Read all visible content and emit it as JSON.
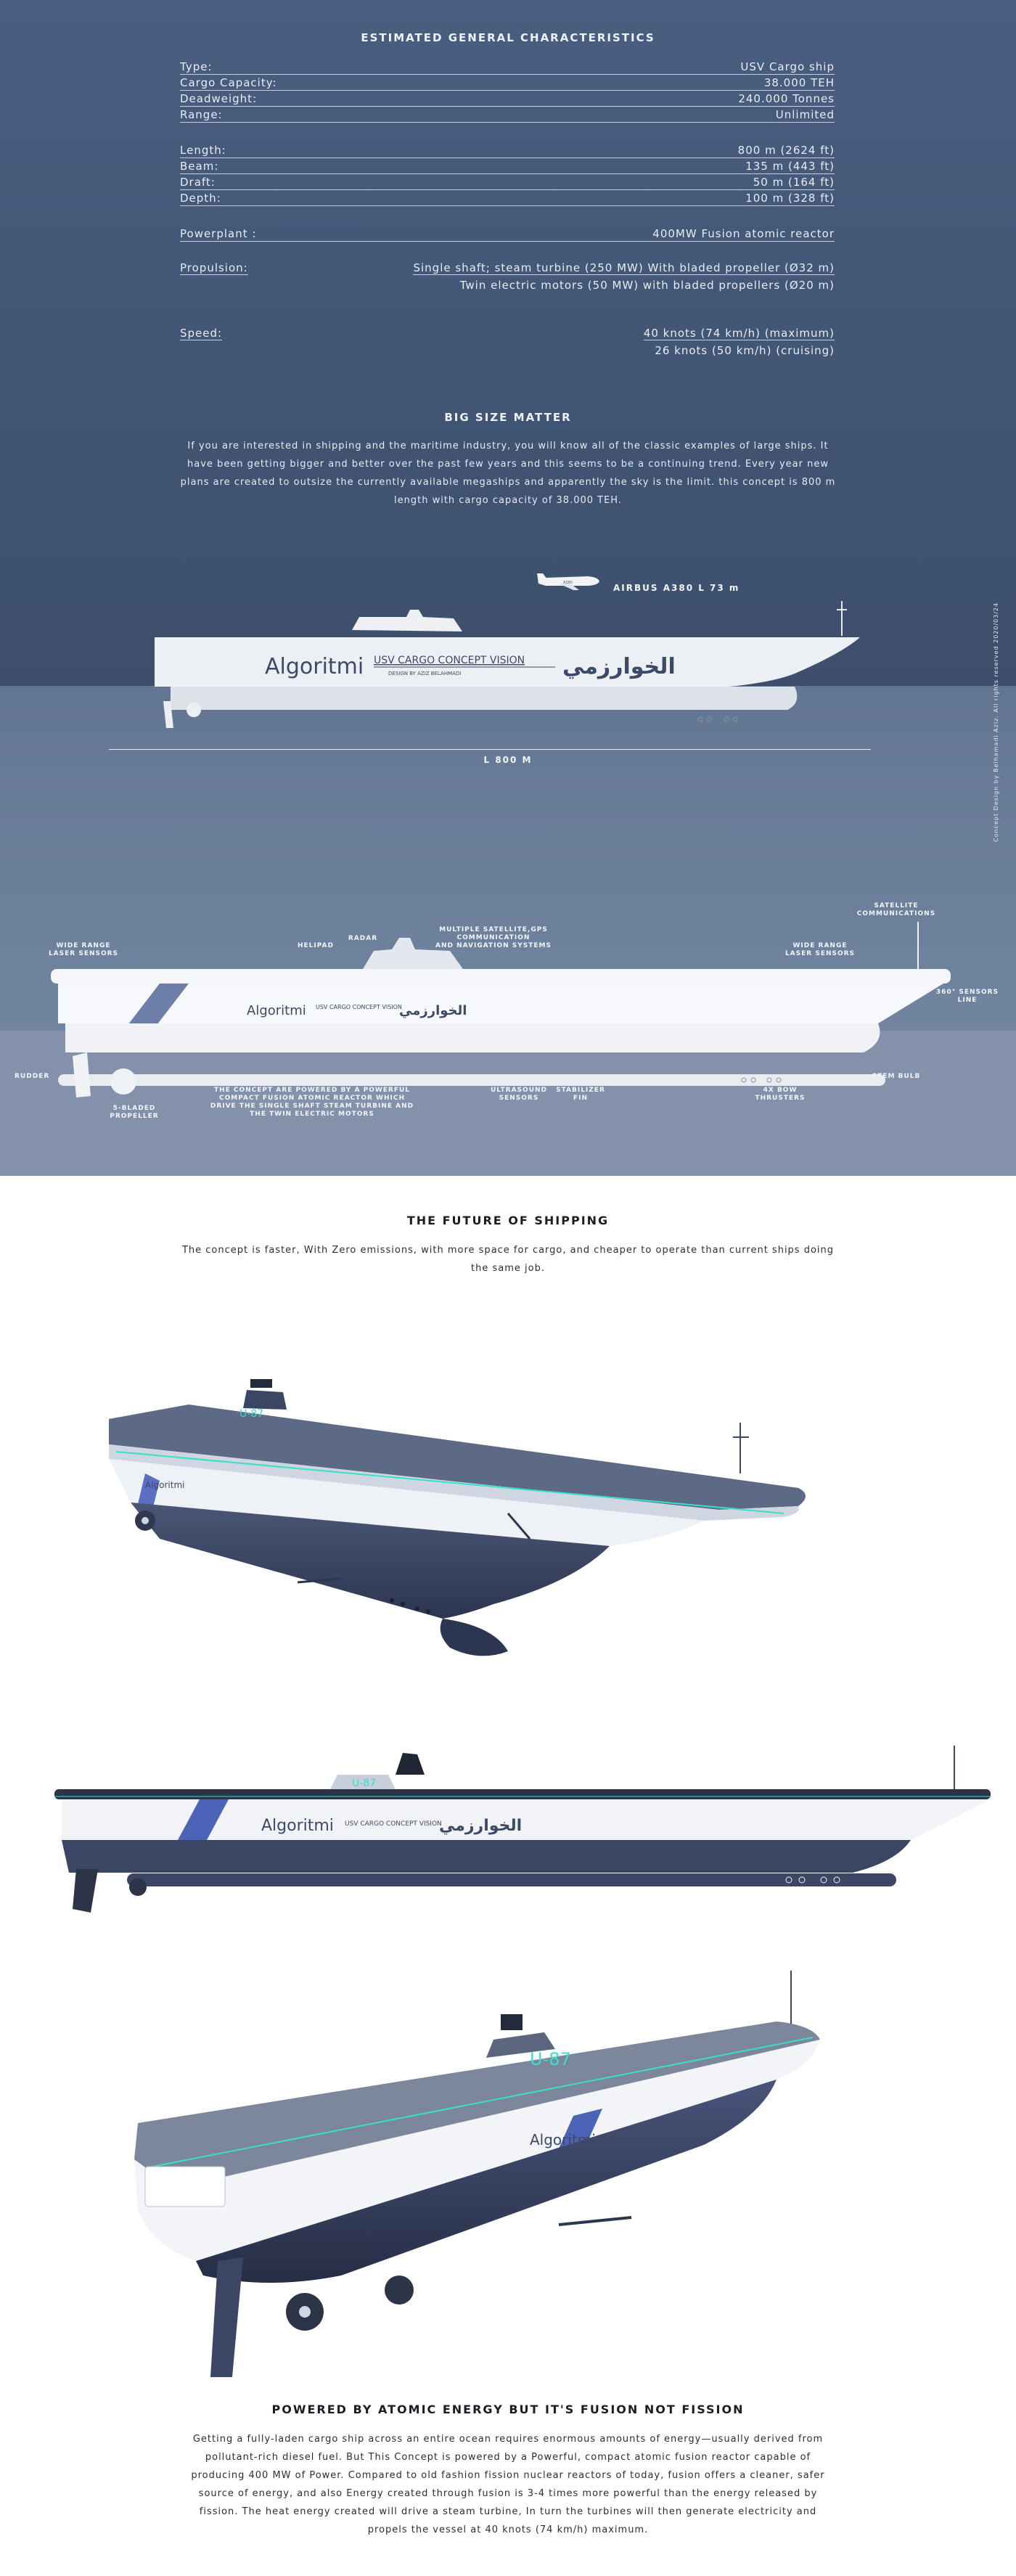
{
  "characteristics": {
    "title": "ESTIMATED GENERAL CHARACTERISTICS",
    "rows": [
      {
        "label": "Type:",
        "value": "USV Cargo ship"
      },
      {
        "label": "Cargo Capacity:",
        "value": "38.000 TEH"
      },
      {
        "label": "Deadweight:",
        "value": "240.000 Tonnes"
      },
      {
        "label": "Range:",
        "value": "Unlimited"
      },
      {
        "label": "Length:",
        "value": "800 m (2624 ft)"
      },
      {
        "label": "Beam:",
        "value": "135 m (443 ft)"
      },
      {
        "label": "Draft:",
        "value": "50 m (164 ft)"
      },
      {
        "label": "Depth:",
        "value": "100 m (328 ft)"
      },
      {
        "label": "Powerplant :",
        "value": "400MW  Fusion atomic reactor"
      },
      {
        "label": "Propulsion:",
        "value": "Single shaft; steam turbine (250 MW) With bladed propeller (Ø32 m)",
        "value2": "Twin electric motors (50 MW) with bladed propellers (Ø20 m)"
      },
      {
        "label": "Speed:",
        "value": "40 knots (74 km/h) (maximum)",
        "value2": "26 knots (50 km/h) (cruising)"
      }
    ]
  },
  "big_size": {
    "title": "BIG SIZE MATTER",
    "text": "If you are interested in shipping and the maritime industry, you will know all of the classic examples of large ships. It have been getting bigger and better over the past few years and this seems to be a continuing trend. Every year new plans are created to outsize the currently available megaships and apparently the sky is the limit. this concept is 800 m length with cargo capacity of 38.000 TEH."
  },
  "comparison": {
    "airbus_label": "AIRBUS A380 L 73 m",
    "airbus_tag": "A380",
    "ship_length_label": "L 800 M",
    "brand_latin": "Algoritmi",
    "brand_arabic": "الخوارزمي",
    "concept_title": "USV CARGO CONCEPT VISION",
    "designer": "DESIGN BY AZIZ BELAHMADI",
    "credit_vertical": "Concept Design by Belhamadi Aziz. All rights reserved 2020/03/24"
  },
  "annotations": {
    "wide_range_left": "WIDE RANGE\nLASER SENSORS",
    "helipad": "HELIPAD",
    "radar": "RADAR",
    "satellite_multi": "MULTIPLE SATELLITE,GPS COMMUNICATION\nAND NAVIGATION SYSTEMS",
    "satellite": "SATELLITE\nCOMMUNICATIONS",
    "wide_range_right": "WIDE RANGE\nLASER SENSORS",
    "sensors_360": "360° SENSORS\nLINE",
    "rudder": "RUDDER",
    "bladed": "5-BLADED\nPROPELLER",
    "concept_power": "THE CONCEPT ARE POWERED BY A POWERFUL\nCOMPACT FUSION ATOMIC REACTOR WHICH\nDRIVE THE SINGLE SHAFT STEAM TURBINE AND\nTHE TWIN ELECTRIC MOTORS",
    "ultrasound": "ULTRASOUND\nSENSORS",
    "stabilizer": "STABILIZER\nFIN",
    "bow_thrusters": "4X BOW\nTHRUSTERS",
    "stem_bulb": "STEM BULB"
  },
  "future": {
    "title": "THE FUTURE OF SHIPPING",
    "text": "The concept is faster, With Zero emissions, with more space for cargo, and cheaper to operate than current ships doing the same job."
  },
  "renders": {
    "hull_code": "U-87"
  },
  "fusion": {
    "title": "POWERED BY ATOMIC ENERGY BUT IT'S FUSION NOT FISSION",
    "text": "Getting a fully-laden cargo ship across an entire ocean requires enormous amounts of energy—usually derived from pollutant-rich diesel fuel. But This Concept is powered by a Powerful, compact atomic fusion reactor capable of producing 400 MW of Power. Compared to old fashion fission nuclear reactors of today, fusion offers a cleaner, safer source of energy, and also Energy created through fusion is 3-4 times more powerful than the energy released by fission. The heat energy created will drive a steam turbine, In turn the turbines will then generate electricity and propels the vessel at 40 knots (74 km/h) maximum."
  },
  "colors": {
    "top_bg": "#4a5f80",
    "hull_white": "#e9ecf1",
    "hull_navy": "#3a4664",
    "accent_teal": "#37e0c8",
    "accent_blue": "#4c63b8"
  }
}
